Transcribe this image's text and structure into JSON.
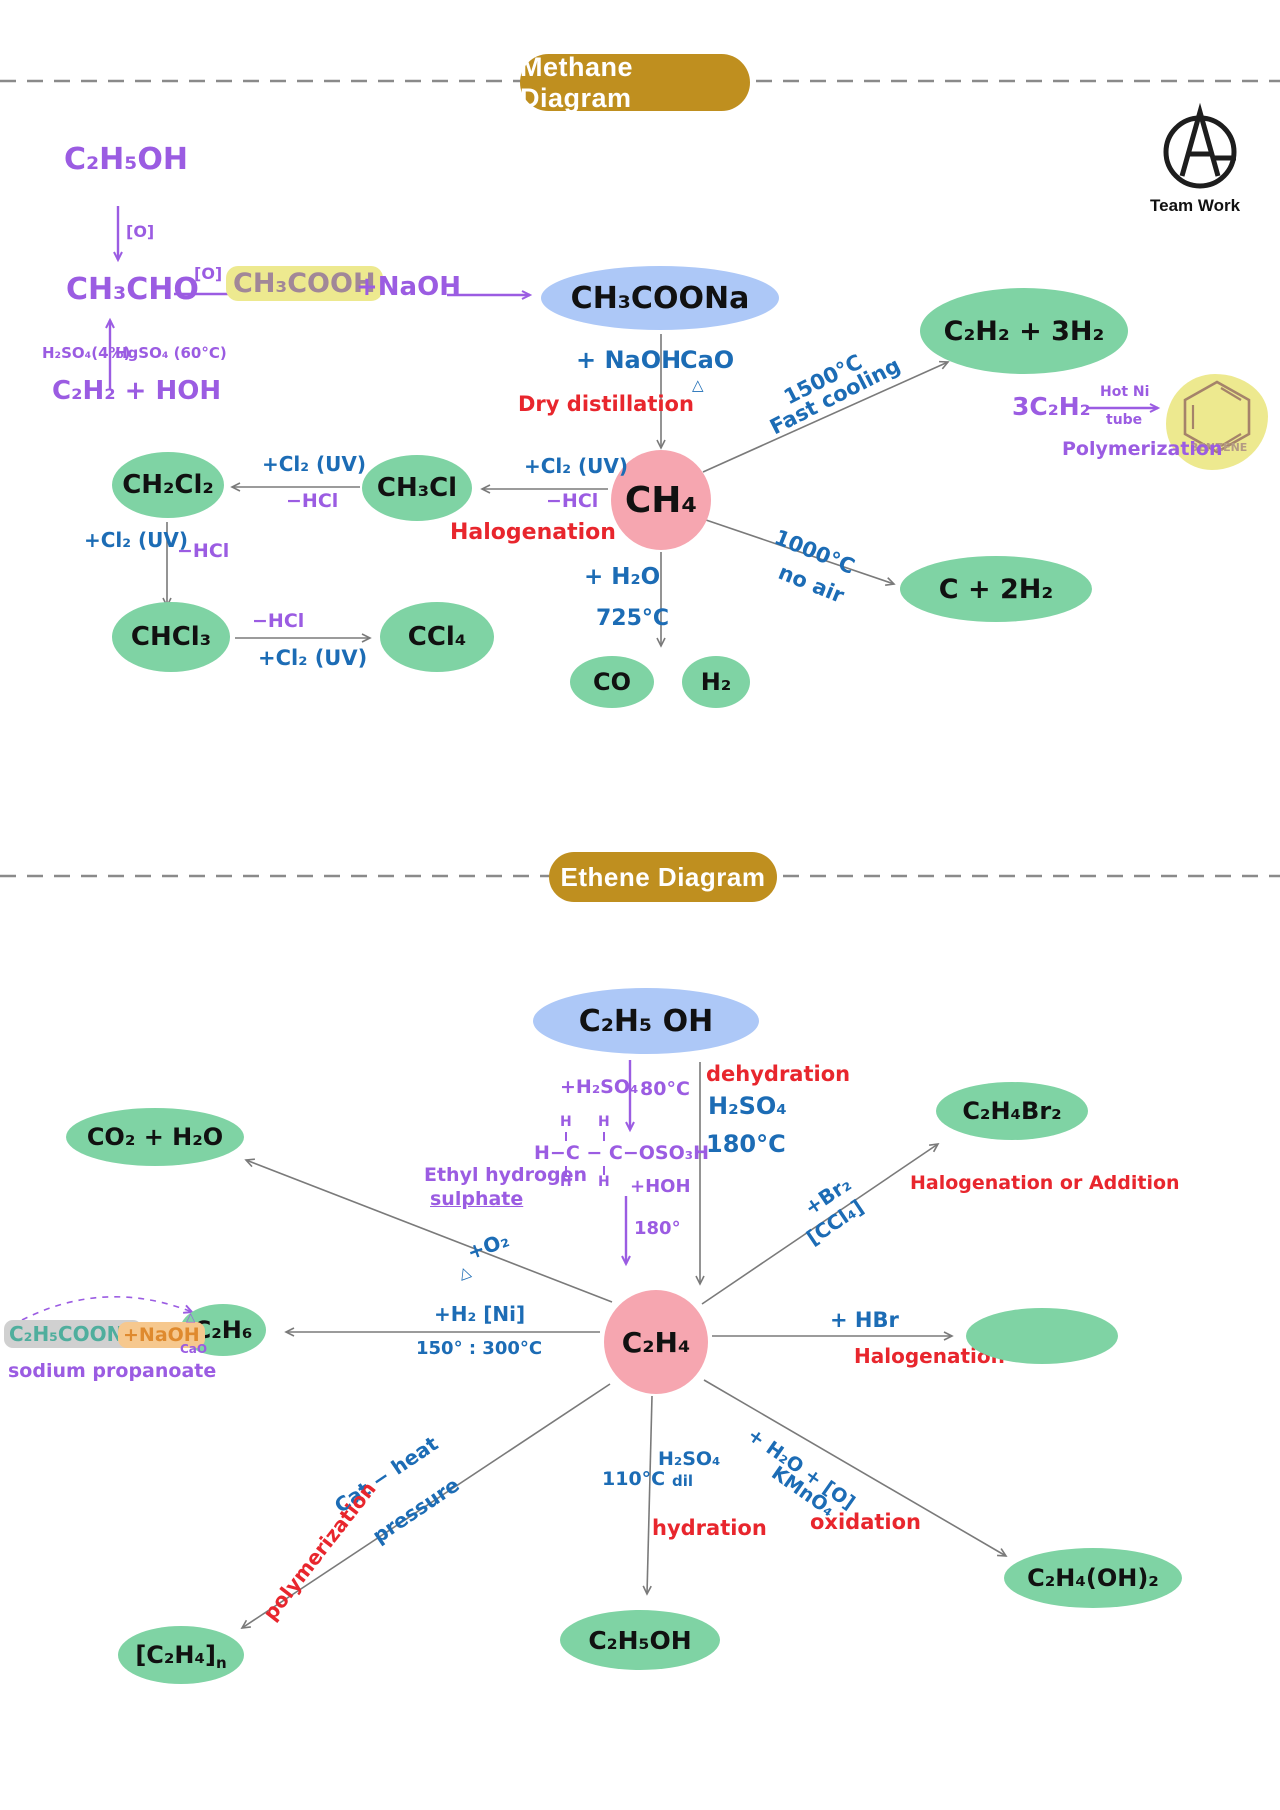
{
  "palette": {
    "badge_gold": "#bf8f1f",
    "node_green": "#7fd3a4",
    "node_blue": "#adc8f7",
    "node_pink": "#f6a6b0",
    "highlight_yellow": "#ede98f",
    "ink_purple": "#9b5ce2",
    "ink_blue": "#1c6cb5",
    "ink_red": "#e8262d",
    "arrow_gray": "#7a7a7a"
  },
  "header": {
    "methane_badge": "Methane Diagram",
    "ethene_badge": "Ethene Diagram",
    "logo_caption": "Team Work"
  },
  "methane": {
    "c2h5oh": "C₂H₅OH",
    "o_step1": "[O]",
    "ch3cho": "CH₃CHO",
    "o_step2": "[O]",
    "ch3cooh": "CH₃COOH",
    "plus_naoh_purple": "+NaOH",
    "h2so4_pct": "H₂SO₄(4%)",
    "hgso4": "HgSO₄ (60°C)",
    "c2h2_hoh": "C₂H₂ + HOH",
    "node_ch3coona": "CH₃COONa",
    "plus_naoh_blue": "+ NaOH",
    "cao": "CaO",
    "delta": "△",
    "dry_distillation": "Dry distillation",
    "node_ch4": "CH₄",
    "plus_cl2_uv": "+Cl₂ (UV)",
    "minus_hcl": "−HCl",
    "halogenation": "Halogenation",
    "node_ch3cl": "CH₃Cl",
    "node_ch2cl2": "CH₂Cl₂",
    "node_chcl3": "CHCl₃",
    "node_ccl4": "CCl₄",
    "t1500": "1500°C",
    "fast_cooling": "Fast cooling",
    "node_c2h2_3h2": "C₂H₂ + 3H₂",
    "three_c2h2": "3C₂H₂",
    "hot_ni": "Hot Ni",
    "tube": "tube",
    "benzene": "BENZENE",
    "polymerization": "Polymerization",
    "t1000": "1000°C",
    "no_air": "no air",
    "node_c_2h2": "C  +  2H₂",
    "plus_h2o": "+ H₂O",
    "t725": "725°C",
    "node_co": "CO",
    "node_h2": "H₂"
  },
  "ethene": {
    "node_c2h5oh": "C₂H₅ OH",
    "plus_h2so4": "+H₂SO₄",
    "t80": "80°C",
    "dehydration": "dehydration",
    "h2so4": "H₂SO₄",
    "t180c": "180°C",
    "struct_h": "H",
    "struct_mid": "H−C − C−OSO₃H",
    "plus_hoh": "+HOH",
    "ethyl_hydrogen": "Ethyl hydrogen",
    "sulphate": "sulphate",
    "t180": "180°",
    "node_c2h4": "C₂H₄",
    "node_co2_h2o": "CO₂ +  H₂O",
    "plus_o2": "+O₂",
    "delta": "△",
    "plus_h2_ni": "+H₂  [Ni]",
    "t150_300": "150° : 300°C",
    "node_c2h6": "C₂H₆",
    "sodium_salt": "C₂H₅COONa",
    "plus_naoh": "+NaOH",
    "delta_small": "△",
    "cao_small": "CaO",
    "sodium_propanoate": "sodium propanoate",
    "plus_br2": "+Br₂",
    "ccl4_bracket": "[CCl₄]",
    "node_c2h4br2": "C₂H₄Br₂",
    "halogenation_or_addition": "Halogenation  or  Addition",
    "plus_hbr": "+ HBr",
    "halogenation": "Halogenation",
    "plus_h2o_o": "+ H₂O + [O]",
    "kmno4": "KMnO₄",
    "oxidation": "oxidation",
    "node_c2h4oh2": "C₂H₄(OH)₂",
    "h2so4_dil": "H₂SO₄",
    "dil": "dil",
    "t110": "110°C",
    "hydration": "hydration",
    "node_c2h5oh_prod": "C₂H₅OH",
    "cat_heat": "Cat − heat",
    "pressure": "pressure",
    "polymerization": "polymerization",
    "node_poly_main": "[C₂H₄]",
    "node_poly_sub": "n"
  }
}
